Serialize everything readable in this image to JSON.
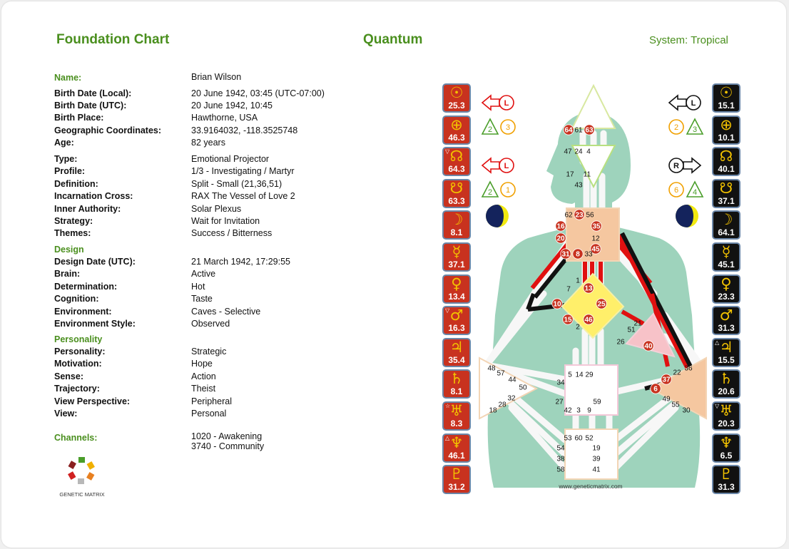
{
  "header": {
    "title": "Foundation Chart",
    "center": "Quantum",
    "system": "System: Tropical"
  },
  "name_label": "Name:",
  "name_value": "Brian Wilson",
  "group1": [
    {
      "label": "Birth Date (Local):",
      "value": "20 June 1942, 03:45 (UTC-07:00)"
    },
    {
      "label": "Birth Date (UTC):",
      "value": "20 June 1942, 10:45"
    },
    {
      "label": "Birth Place:",
      "value": "Hawthorne, USA"
    },
    {
      "label": "Geographic Coordinates:",
      "value": "33.9164032, -118.3525748"
    },
    {
      "label": "Age:",
      "value": "82 years"
    }
  ],
  "group2": [
    {
      "label": "Type:",
      "value": "Emotional Projector"
    },
    {
      "label": "Profile:",
      "value": "1/3 - Investigating / Martyr"
    },
    {
      "label": "Definition:",
      "value": "Split - Small (21,36,51)"
    },
    {
      "label": "Incarnation Cross:",
      "value": "RAX The Vessel of Love 2"
    },
    {
      "label": "Inner Authority:",
      "value": "Solar Plexus"
    },
    {
      "label": "Strategy:",
      "value": "Wait for Invitation"
    },
    {
      "label": "Themes:",
      "value": "Success / Bitterness"
    }
  ],
  "design_heading": "Design",
  "design": [
    {
      "label": "Design Date (UTC):",
      "value": "21 March 1942, 17:29:55"
    },
    {
      "label": "Brain:",
      "value": "Active"
    },
    {
      "label": "Determination:",
      "value": "Hot"
    },
    {
      "label": "Cognition:",
      "value": "Taste"
    },
    {
      "label": "Environment:",
      "value": "Caves - Selective"
    },
    {
      "label": "Environment Style:",
      "value": "Observed"
    }
  ],
  "personality_heading": "Personality",
  "personality": [
    {
      "label": "Personality:",
      "value": "Strategic"
    },
    {
      "label": "Motivation:",
      "value": "Hope"
    },
    {
      "label": "Sense:",
      "value": "Action"
    },
    {
      "label": "Trajectory:",
      "value": "Theist"
    },
    {
      "label": "View Perspective:",
      "value": "Peripheral"
    },
    {
      "label": "View:",
      "value": "Personal"
    }
  ],
  "channels_label": "Channels:",
  "channels": [
    "1020 - Awakening",
    "3740 - Community"
  ],
  "logo_text": "GENETIC MATRIX",
  "watermark": "www.geneticmatrix.com",
  "design_planets": [
    {
      "icon": "sun-icon",
      "glyph": "☉",
      "value": "25.3",
      "mark": ""
    },
    {
      "icon": "earth-icon",
      "glyph": "⊕",
      "value": "46.3",
      "mark": ""
    },
    {
      "icon": "north-node-icon",
      "glyph": "☊",
      "value": "64.3",
      "mark": "▽"
    },
    {
      "icon": "south-node-icon",
      "glyph": "☋",
      "value": "63.3",
      "mark": ""
    },
    {
      "icon": "moon-icon",
      "glyph": "☽",
      "value": "8.1",
      "mark": ""
    },
    {
      "icon": "mercury-icon",
      "glyph": "☿",
      "value": "37.1",
      "mark": ""
    },
    {
      "icon": "venus-icon",
      "glyph": "♀",
      "value": "13.4",
      "mark": ""
    },
    {
      "icon": "mars-icon",
      "glyph": "♂",
      "value": "16.3",
      "mark": "▽"
    },
    {
      "icon": "jupiter-icon",
      "glyph": "♃",
      "value": "35.4",
      "mark": ""
    },
    {
      "icon": "saturn-icon",
      "glyph": "♄",
      "value": "8.1",
      "mark": ""
    },
    {
      "icon": "uranus-icon",
      "glyph": "♅",
      "value": "8.3",
      "mark": "☆"
    },
    {
      "icon": "neptune-icon",
      "glyph": "♆",
      "value": "46.1",
      "mark": "△"
    },
    {
      "icon": "pluto-icon",
      "glyph": "♇",
      "value": "31.2",
      "mark": ""
    }
  ],
  "personality_planets": [
    {
      "icon": "sun-icon",
      "glyph": "☉",
      "value": "15.1",
      "mark": ""
    },
    {
      "icon": "earth-icon",
      "glyph": "⊕",
      "value": "10.1",
      "mark": ""
    },
    {
      "icon": "north-node-icon",
      "glyph": "☊",
      "value": "40.1",
      "mark": ""
    },
    {
      "icon": "south-node-icon",
      "glyph": "☋",
      "value": "37.1",
      "mark": ""
    },
    {
      "icon": "moon-icon",
      "glyph": "☽",
      "value": "64.1",
      "mark": ""
    },
    {
      "icon": "mercury-icon",
      "glyph": "☿",
      "value": "45.1",
      "mark": ""
    },
    {
      "icon": "venus-icon",
      "glyph": "♀",
      "value": "23.3",
      "mark": ""
    },
    {
      "icon": "mars-icon",
      "glyph": "♂",
      "value": "31.3",
      "mark": ""
    },
    {
      "icon": "jupiter-icon",
      "glyph": "♃",
      "value": "15.5",
      "mark": "△"
    },
    {
      "icon": "saturn-icon",
      "glyph": "♄",
      "value": "20.6",
      "mark": ""
    },
    {
      "icon": "uranus-icon",
      "glyph": "♅",
      "value": "20.3",
      "mark": "▽"
    },
    {
      "icon": "neptune-icon",
      "glyph": "♆",
      "value": "6.5",
      "mark": ""
    },
    {
      "icon": "pluto-icon",
      "glyph": "♇",
      "value": "31.3",
      "mark": ""
    }
  ],
  "arrows": {
    "design_top": "L",
    "design_bottom": "L",
    "personality_top": "L",
    "personality_bottom": "R"
  },
  "variables": {
    "d1a": "2",
    "d1b": "3",
    "d2a": "2",
    "d2b": "1",
    "p1a": "2",
    "p1b": "3",
    "p2a": "6",
    "p2b": "4"
  },
  "gates": [
    {
      "n": "64",
      "a": 1
    },
    {
      "n": "61",
      "a": 0
    },
    {
      "n": "63",
      "a": 1
    },
    {
      "n": "47",
      "a": 0
    },
    {
      "n": "24",
      "a": 0
    },
    {
      "n": "4",
      "a": 0
    },
    {
      "n": "17",
      "a": 0
    },
    {
      "n": "11",
      "a": 0
    },
    {
      "n": "43",
      "a": 0
    },
    {
      "n": "62",
      "a": 0
    },
    {
      "n": "23",
      "a": 1
    },
    {
      "n": "56",
      "a": 0
    },
    {
      "n": "16",
      "a": 1
    },
    {
      "n": "35",
      "a": 1
    },
    {
      "n": "20",
      "a": 1
    },
    {
      "n": "12",
      "a": 0
    },
    {
      "n": "45",
      "a": 1
    },
    {
      "n": "31",
      "a": 1
    },
    {
      "n": "8",
      "a": 1
    },
    {
      "n": "33",
      "a": 0
    },
    {
      "n": "1",
      "a": 0
    },
    {
      "n": "7",
      "a": 0
    },
    {
      "n": "13",
      "a": 1
    },
    {
      "n": "10",
      "a": 1
    },
    {
      "n": "25",
      "a": 1
    },
    {
      "n": "15",
      "a": 1
    },
    {
      "n": "46",
      "a": 1
    },
    {
      "n": "2",
      "a": 0
    },
    {
      "n": "21",
      "a": 0
    },
    {
      "n": "51",
      "a": 0
    },
    {
      "n": "26",
      "a": 0
    },
    {
      "n": "40",
      "a": 1
    },
    {
      "n": "48",
      "a": 0
    },
    {
      "n": "57",
      "a": 0
    },
    {
      "n": "44",
      "a": 0
    },
    {
      "n": "50",
      "a": 0
    },
    {
      "n": "32",
      "a": 0
    },
    {
      "n": "28",
      "a": 0
    },
    {
      "n": "18",
      "a": 0
    },
    {
      "n": "5",
      "a": 0
    },
    {
      "n": "14",
      "a": 0
    },
    {
      "n": "29",
      "a": 0
    },
    {
      "n": "34",
      "a": 0
    },
    {
      "n": "27",
      "a": 0
    },
    {
      "n": "59",
      "a": 0
    },
    {
      "n": "42",
      "a": 0
    },
    {
      "n": "3",
      "a": 0
    },
    {
      "n": "9",
      "a": 0
    },
    {
      "n": "22",
      "a": 0
    },
    {
      "n": "36",
      "a": 0
    },
    {
      "n": "37",
      "a": 1
    },
    {
      "n": "6",
      "a": 1
    },
    {
      "n": "49",
      "a": 0
    },
    {
      "n": "55",
      "a": 0
    },
    {
      "n": "30",
      "a": 0
    },
    {
      "n": "53",
      "a": 0
    },
    {
      "n": "60",
      "a": 0
    },
    {
      "n": "52",
      "a": 0
    },
    {
      "n": "54",
      "a": 0
    },
    {
      "n": "19",
      "a": 0
    },
    {
      "n": "38",
      "a": 0
    },
    {
      "n": "39",
      "a": 0
    },
    {
      "n": "58",
      "a": 0
    },
    {
      "n": "41",
      "a": 0
    }
  ]
}
